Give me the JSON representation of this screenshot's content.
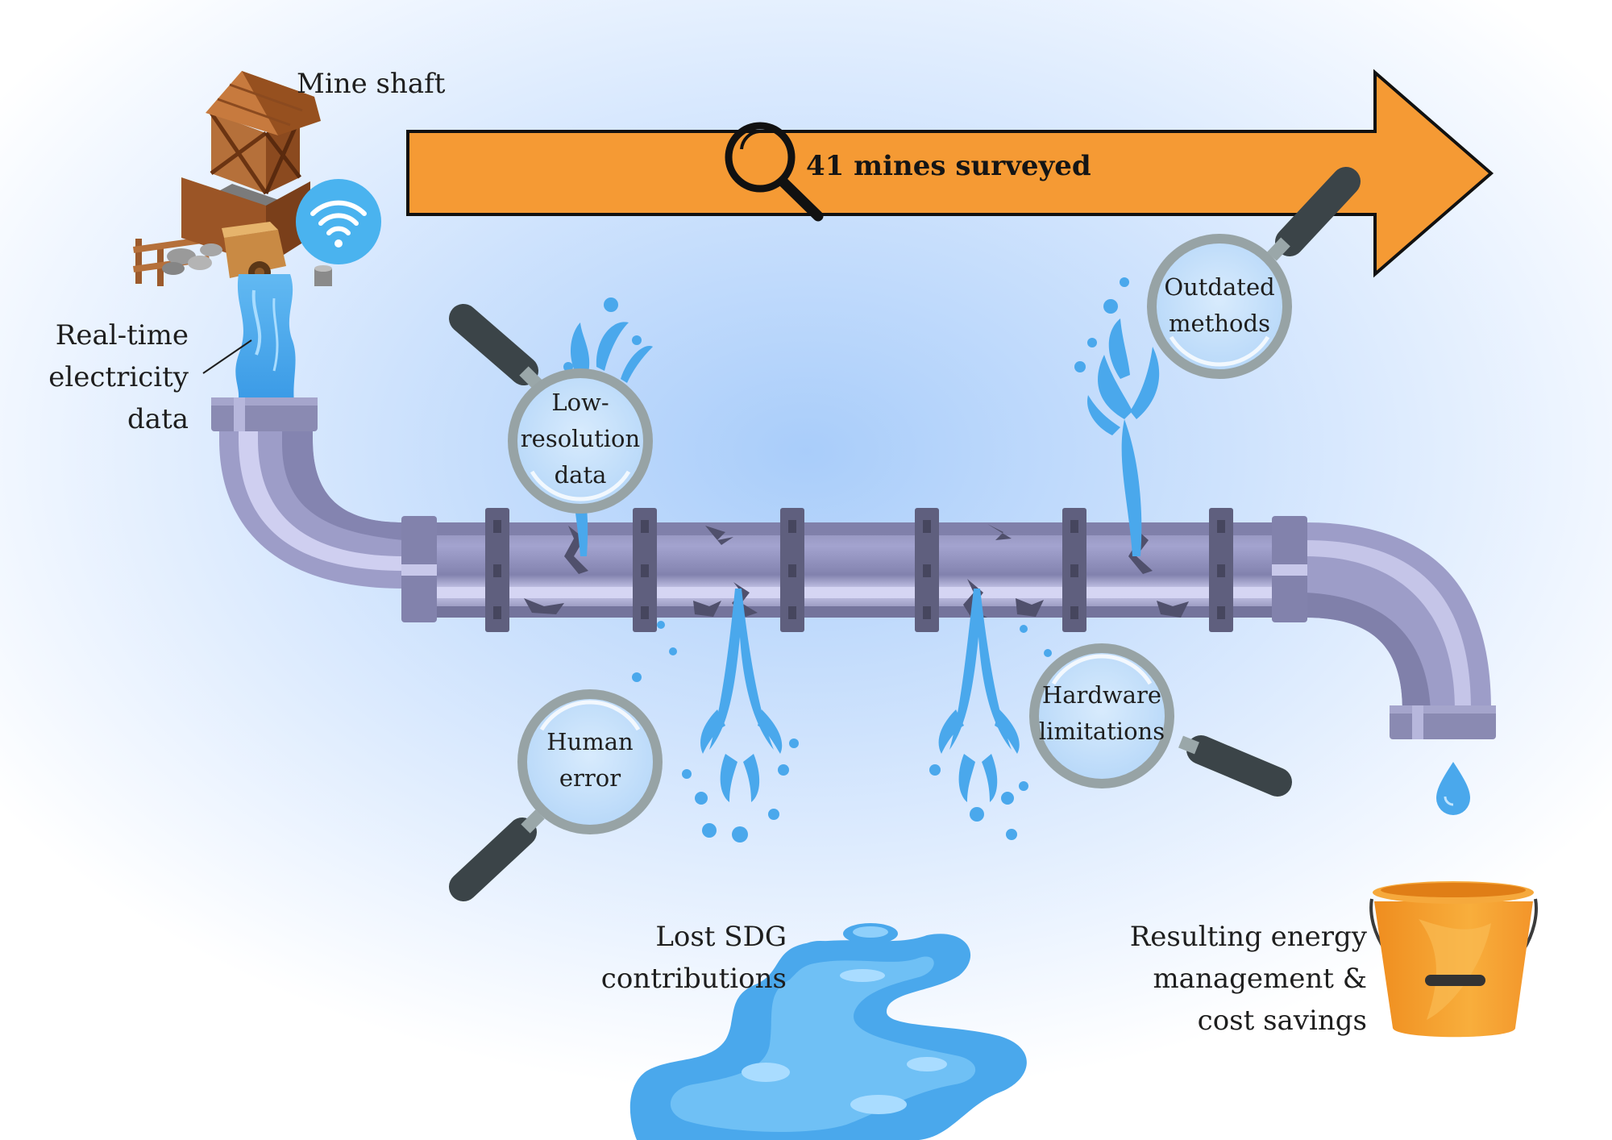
{
  "arrow": {
    "label": "41 mines surveyed"
  },
  "labels": {
    "mine_shaft": "Mine shaft",
    "source": [
      "Real-time",
      "electricity",
      "data"
    ],
    "lost": [
      "Lost SDG",
      "contributions"
    ],
    "result": [
      "Resulting energy",
      "management &",
      "cost savings"
    ]
  },
  "lenses": {
    "low_resolution": [
      "Low-",
      "resolution",
      "data"
    ],
    "outdated": [
      "Outdated",
      "methods"
    ],
    "human": [
      "Human",
      "error"
    ],
    "hardware": [
      "Hardware",
      "limitations"
    ]
  },
  "colors": {
    "arrow": "#f59a34",
    "pipe": "#9c9cc6",
    "pipe_dark": "#62627e",
    "water": "#4aa8ec",
    "lens_rim": "#97a3a5",
    "handle": "#3b4448",
    "bucket": "#f5a030"
  },
  "icons": [
    "mine-shaft-icon",
    "wifi-icon",
    "magnifier-icon",
    "water-leak-icon",
    "water-drop-icon",
    "bucket-icon",
    "puddle-icon"
  ]
}
